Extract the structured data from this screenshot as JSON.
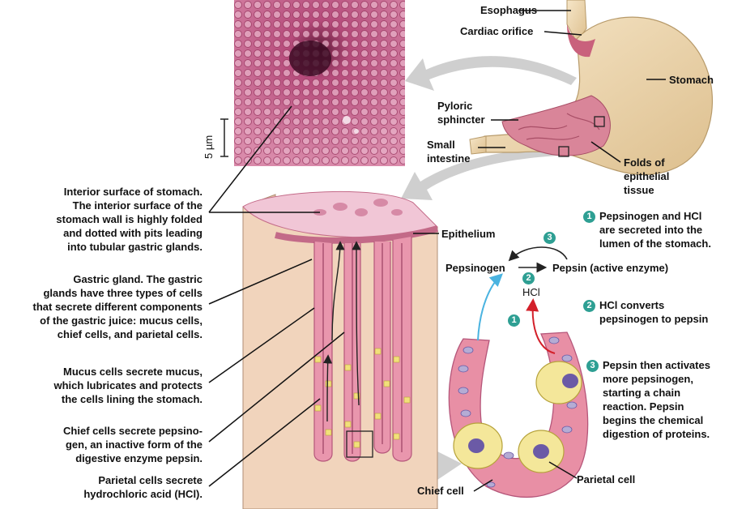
{
  "labels": {
    "esophagus": "Esophagus",
    "cardiac_orifice": "Cardiac orifice",
    "stomach": "Stomach",
    "pyloric_sphincter_1": "Pyloric",
    "pyloric_sphincter_2": "sphincter",
    "small_intestine_1": "Small",
    "small_intestine_2": "intestine",
    "folds_1": "Folds of",
    "folds_2": "epithelial",
    "folds_3": "tissue",
    "epithelium": "Epithelium",
    "scale": "5 µm",
    "pepsinogen": "Pepsinogen",
    "pepsin": "Pepsin (active enzyme)",
    "hcl": "HCl",
    "chief_cell": "Chief cell",
    "parietal_cell": "Parietal cell"
  },
  "descriptions": {
    "interior": [
      "Interior surface of stomach.",
      "The interior surface of the",
      "stomach wall is highly folded",
      "and dotted with pits leading",
      "into tubular gastric glands."
    ],
    "gastric_gland": [
      "Gastric gland. The gastric",
      "glands have three types of cells",
      "that secrete different components",
      "of the gastric juice: mucus cells,",
      "chief cells, and parietal cells."
    ],
    "mucus": [
      "Mucus cells secrete mucus,",
      "which lubricates and protects",
      "the cells lining the stomach."
    ],
    "chief": [
      "Chief cells secrete pepsino-",
      "gen, an inactive form of the",
      "digestive enzyme pepsin."
    ],
    "parietal": [
      "Parietal cells secrete",
      "hydrochloric acid (HCl)."
    ]
  },
  "steps": [
    {
      "num": "1",
      "lines": [
        "Pepsinogen and HCl",
        "are secreted into the",
        "lumen of the stomach."
      ]
    },
    {
      "num": "2",
      "lines": [
        "HCl converts",
        "pepsinogen to pepsin"
      ]
    },
    {
      "num": "3",
      "lines": [
        "Pepsin then activates",
        "more pepsinogen,",
        "starting a chain",
        "reaction. Pepsin",
        "begins the chemical",
        "digestion of proteins."
      ]
    }
  ],
  "markers": {
    "one": "1",
    "two": "2",
    "three": "3"
  },
  "colors": {
    "tissue_pink": "#e9a6b4",
    "cell_pink": "#e88fa5",
    "parietal_yellow": "#f4e79a",
    "nucleus_purple": "#6b5aa6",
    "step_teal": "#2e9f93",
    "arrow_blue": "#4ab3e0",
    "arrow_red": "#d3202a",
    "stomach_tan": "#f1dcb6"
  }
}
